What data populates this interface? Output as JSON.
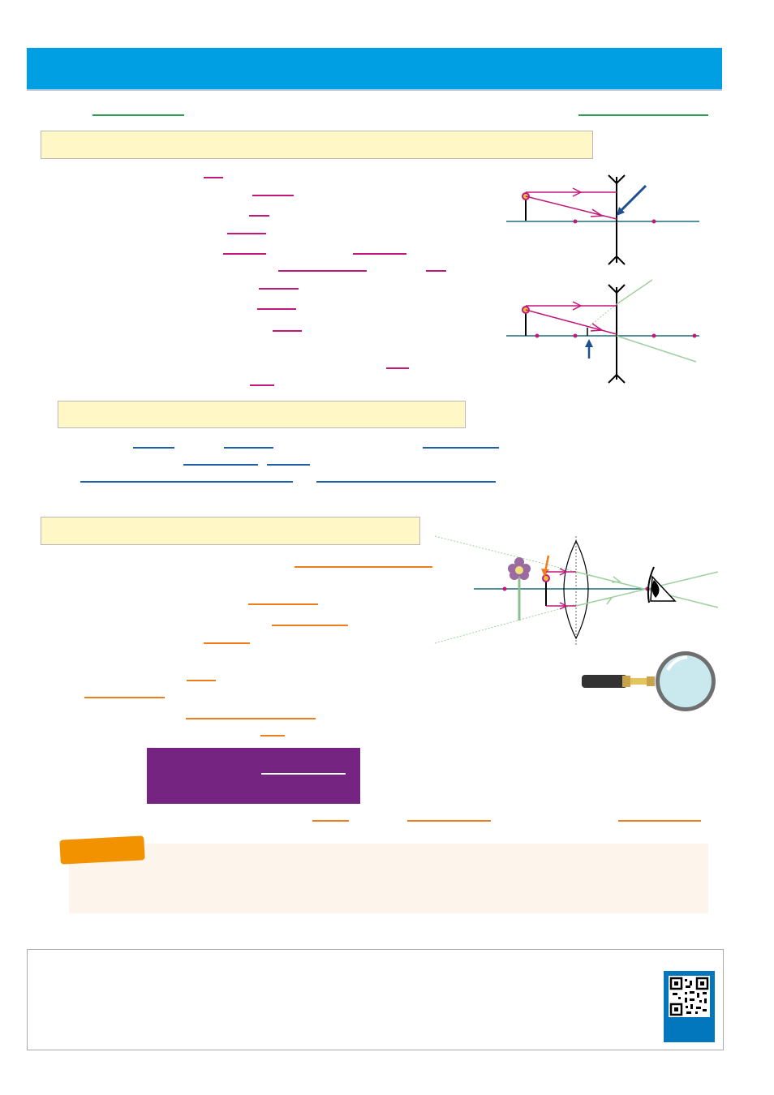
{
  "colors": {
    "header": "#009fe3",
    "heading_fill": "#fff7c6",
    "note_fill": "#fdf5ec",
    "note_tag": "#f39200",
    "callout": "#752482",
    "qr_frame": "#0277bd",
    "ray_magenta": "#c2187c",
    "axis_teal": "#1b6e7a",
    "blank_green": "#2e9e55",
    "blank_blue": "#1f5fa8",
    "blank_orange": "#ef7d1a"
  },
  "icons": {
    "lens_diagram_1": "diverging-lens-ray-diagram",
    "lens_diagram_2": "diverging-lens-virtual-image-diagram",
    "lens_diagram_3": "magnifying-glass-ray-diagram",
    "magnifier": "magnifying-glass-icon",
    "qr": "qr-code-icon",
    "eye": "eye-icon",
    "flower": "flower-icon"
  }
}
